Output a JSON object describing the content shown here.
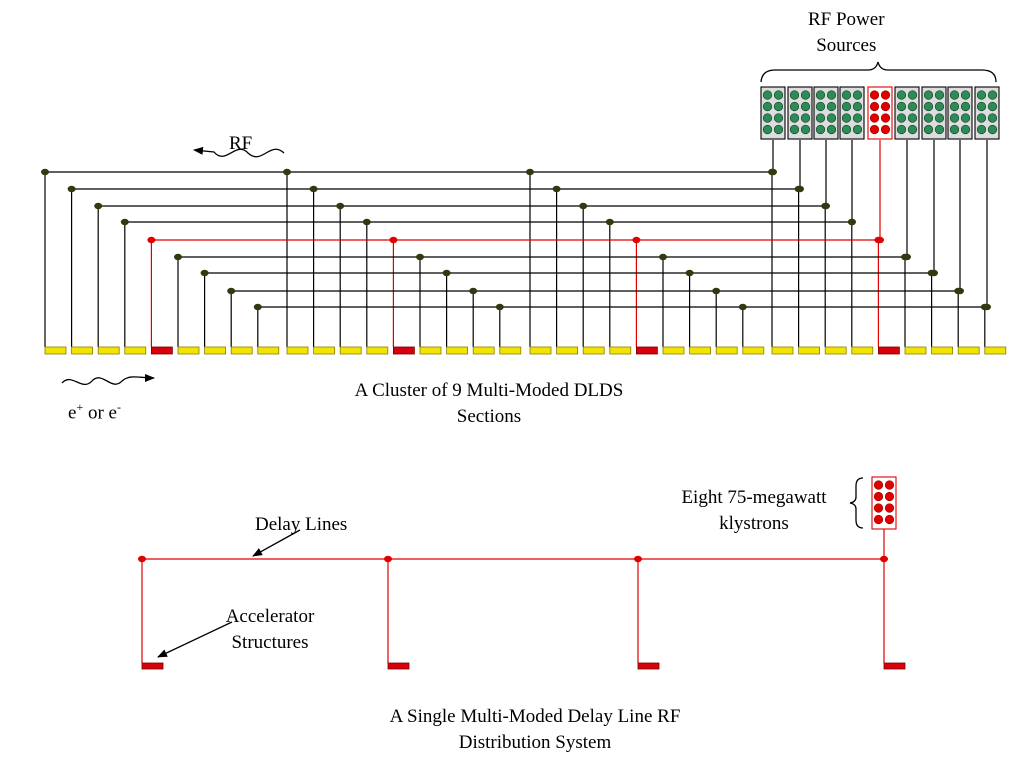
{
  "labels": {
    "rf_power_sources": [
      "RF Power",
      "Sources"
    ],
    "rf": "RF",
    "particle": {
      "base1": "e",
      "sup1": "+",
      "mid": " or e",
      "sup2": "-"
    },
    "cluster_caption": [
      "A Cluster of  9 Multi-Moded DLDS",
      "Sections"
    ],
    "klystrons": [
      "Eight 75-megawatt",
      "klystrons"
    ],
    "delay_lines": "Delay Lines",
    "accelerator_structures": [
      "Accelerator",
      "Structures"
    ],
    "single_caption": [
      "A Single Multi-Moded Delay Line RF",
      "Distribution System"
    ]
  },
  "colors": {
    "structure_yellow": "#f2e400",
    "structure_red": "#d8000c",
    "line_black": "#000000",
    "line_red": "#e00000",
    "node_dark": "#2f3a10",
    "node_red": "#e00000",
    "klystron_green": "#2c8b57",
    "klystron_box_fill": "#dddddd",
    "klystron_box_red": "#ffffff"
  },
  "cluster": {
    "sections": 9,
    "highlighted_section": 5,
    "klystrons_per_source": 8
  }
}
